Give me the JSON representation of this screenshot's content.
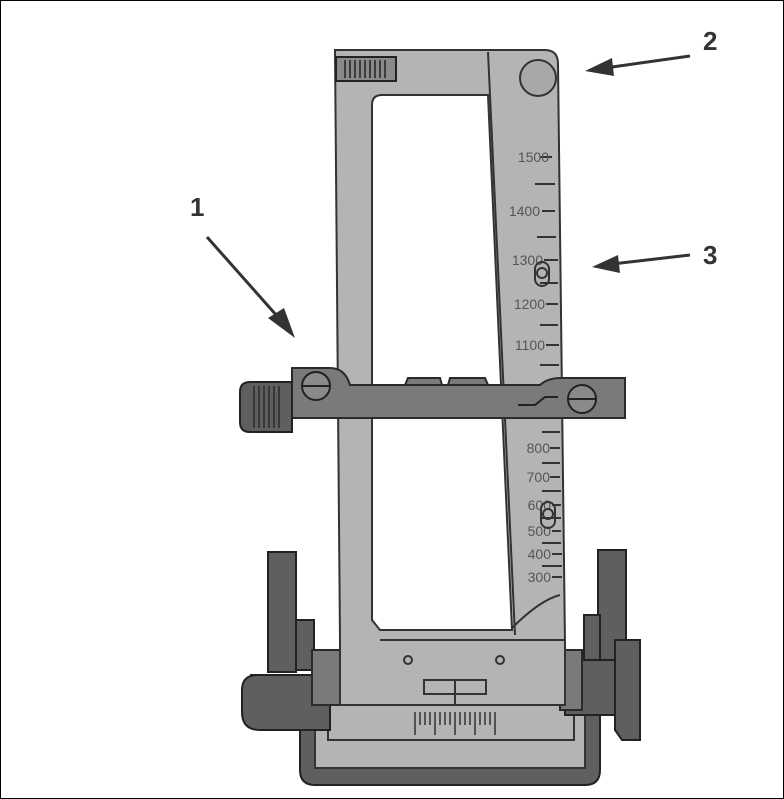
{
  "callouts": [
    "1",
    "2",
    "3"
  ],
  "scale": {
    "labels": [
      "1500",
      "1400",
      "1300",
      "1200",
      "1100",
      "800",
      "700",
      "600",
      "500",
      "400",
      "300"
    ]
  },
  "colors": {
    "body": "#b4b4b6",
    "clamp": "#7a7a7c",
    "outline": "#333333"
  }
}
